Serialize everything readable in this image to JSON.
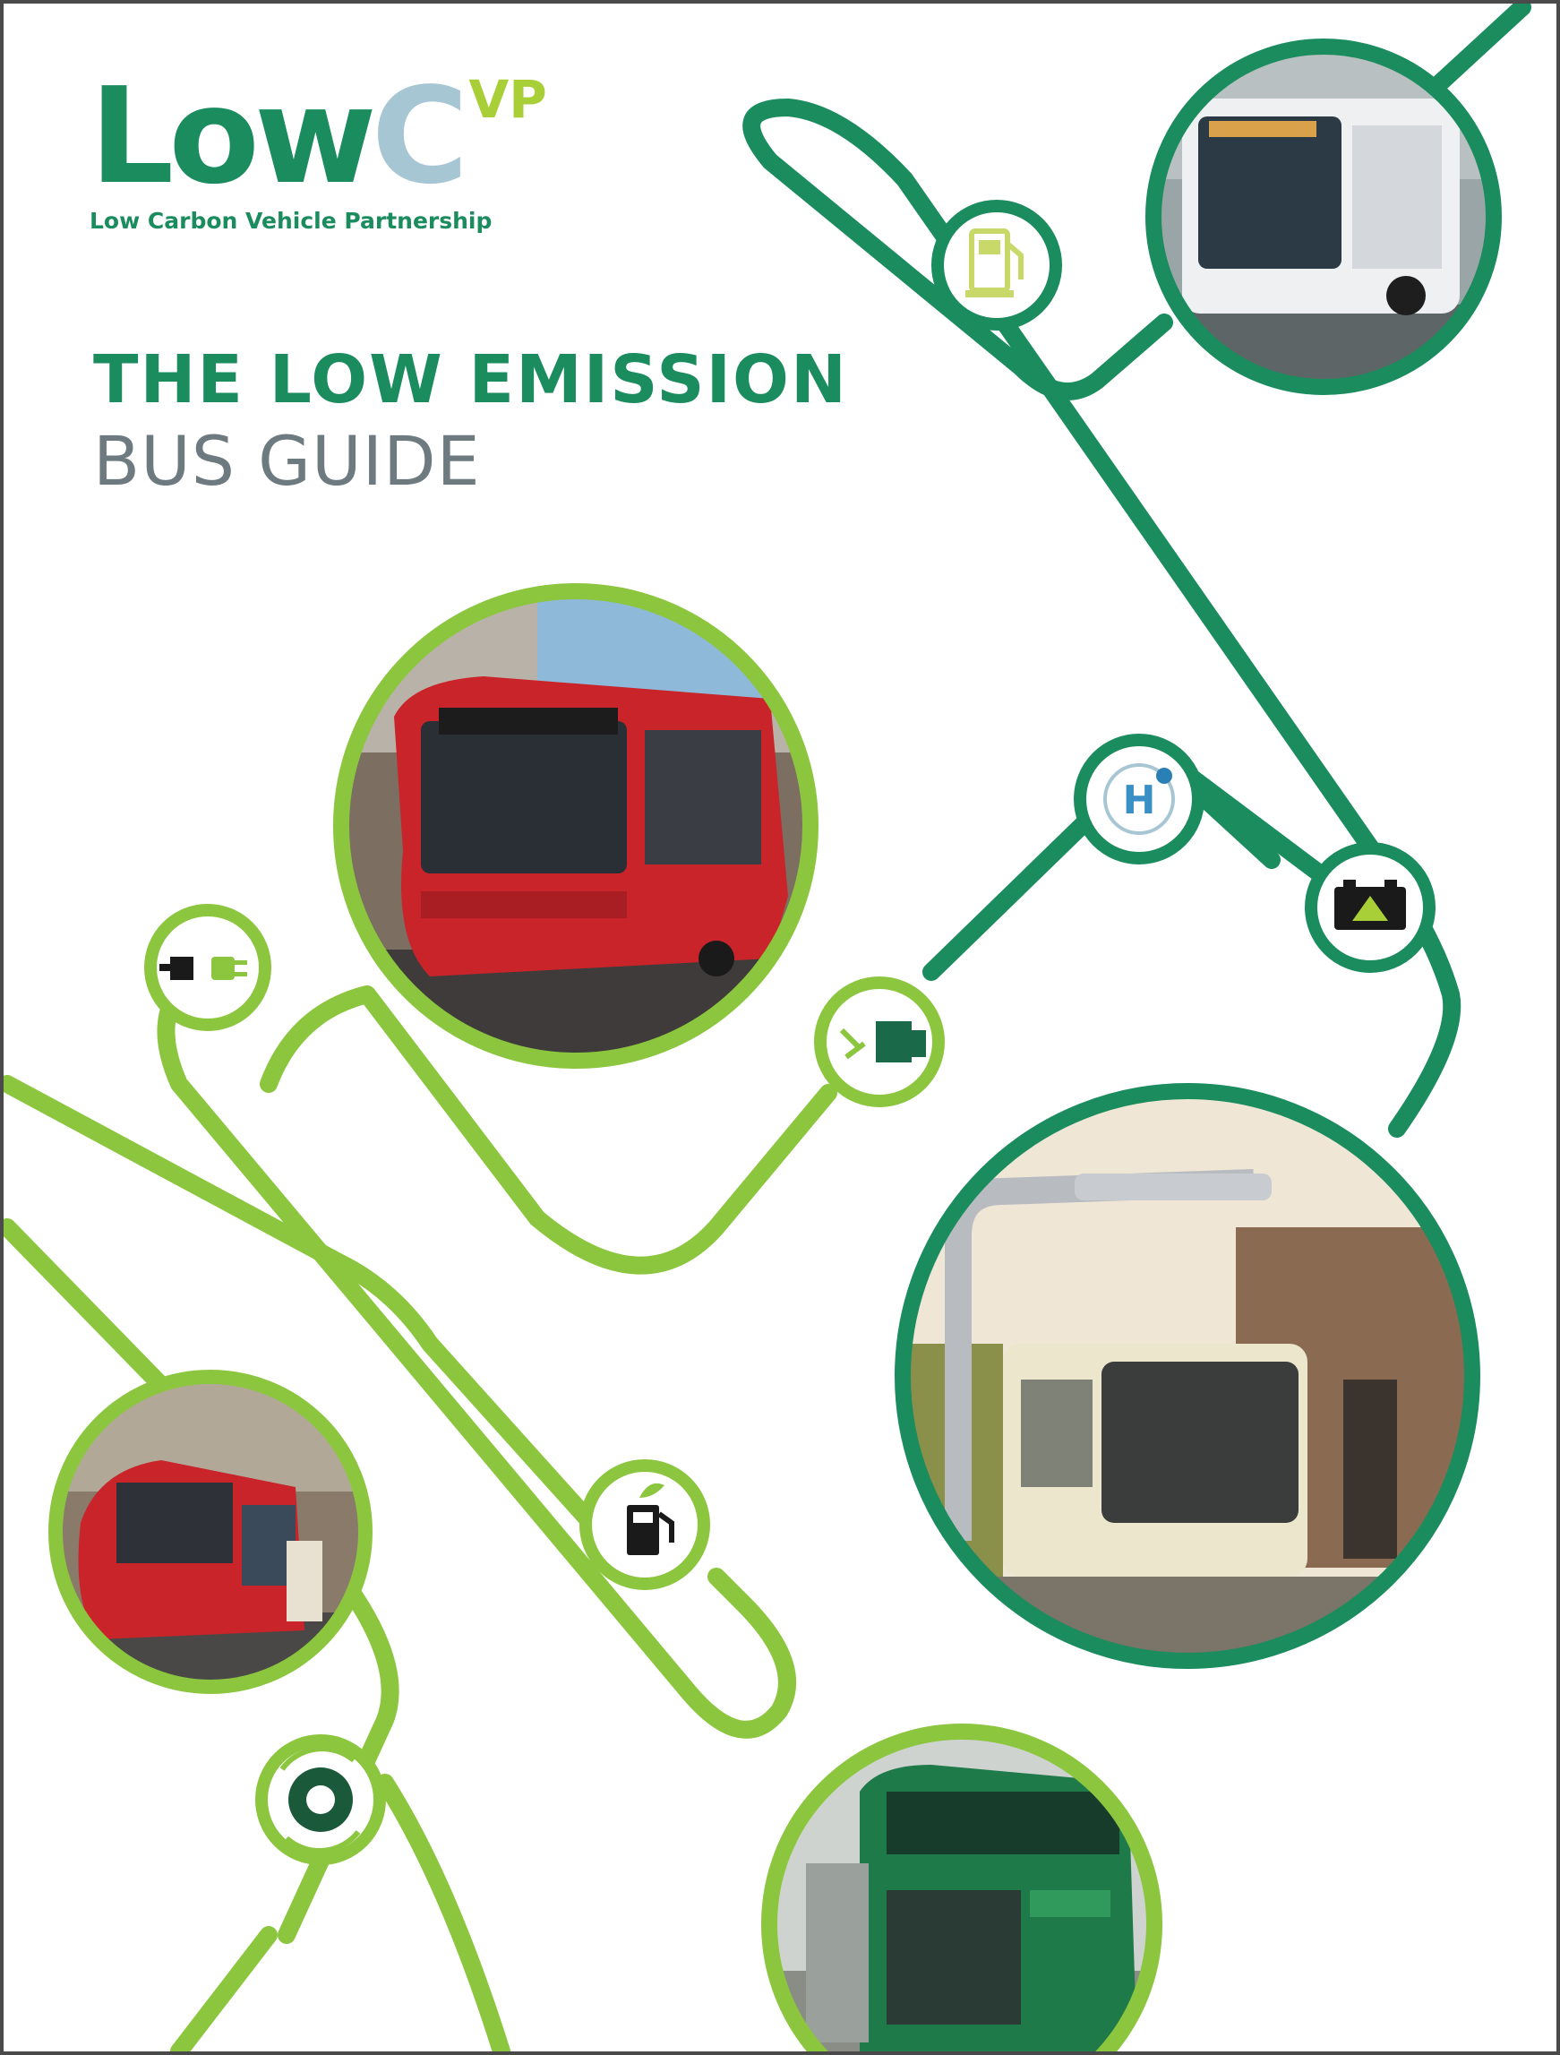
{
  "logo": {
    "main": "Low",
    "c": "C",
    "sup": "VP",
    "tagline": "Low Carbon Vehicle Partnership"
  },
  "title": {
    "line1": "THE LOW EMISSION",
    "line2": "BUS GUIDE"
  },
  "icons": {
    "hydrogen_letter": "H"
  },
  "colors": {
    "dark_green": "#1a8c5e",
    "light_green": "#8cc63f",
    "logo_light_blue": "#a6c6d4",
    "logo_lime": "#a9cf38",
    "title_grey": "#6d7a80"
  }
}
